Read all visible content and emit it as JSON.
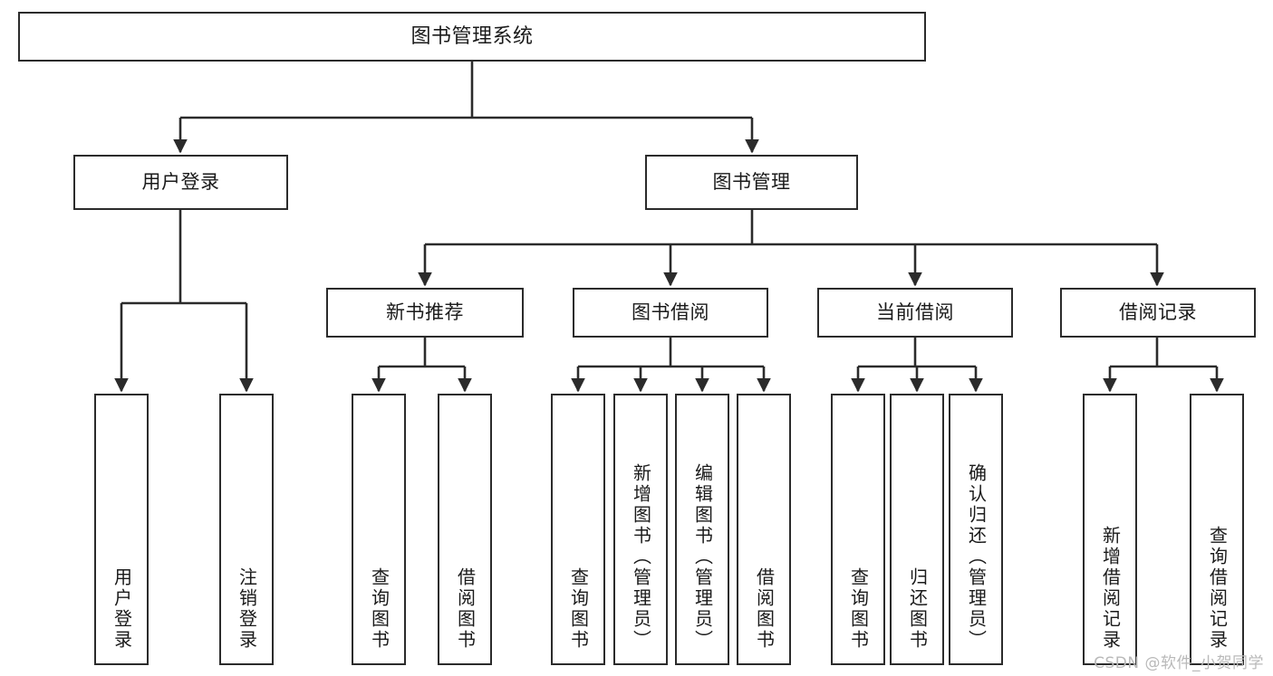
{
  "diagram": {
    "type": "tree",
    "title": "图书管理系统",
    "watermark": "CSDN @软件_小贺同学",
    "colors": {
      "stroke": "#2b2b2b",
      "fill": "#ffffff",
      "text": "#1a1a1a",
      "watermark": "#b9b9b9"
    },
    "root": {
      "label": "图书管理系统"
    },
    "level2": [
      {
        "label": "用户登录"
      },
      {
        "label": "图书管理"
      }
    ],
    "level3": [
      {
        "label": "新书推荐"
      },
      {
        "label": "图书借阅"
      },
      {
        "label": "当前借阅"
      },
      {
        "label": "借阅记录"
      }
    ],
    "leaves": {
      "user_login": [
        {
          "label": "用户登录"
        },
        {
          "label": "注销登录"
        }
      ],
      "new_book": [
        {
          "label": "查询图书"
        },
        {
          "label": "借阅图书"
        }
      ],
      "borrow": [
        {
          "label": "查询图书"
        },
        {
          "label": "新增图书（管理员）"
        },
        {
          "label": "编辑图书（管理员）"
        },
        {
          "label": "借阅图书"
        }
      ],
      "current": [
        {
          "label": "查询图书"
        },
        {
          "label": "归还图书"
        },
        {
          "label": "确认归还（管理员）"
        }
      ],
      "records": [
        {
          "label": "新增借阅记录"
        },
        {
          "label": "查询借阅记录"
        }
      ]
    }
  }
}
